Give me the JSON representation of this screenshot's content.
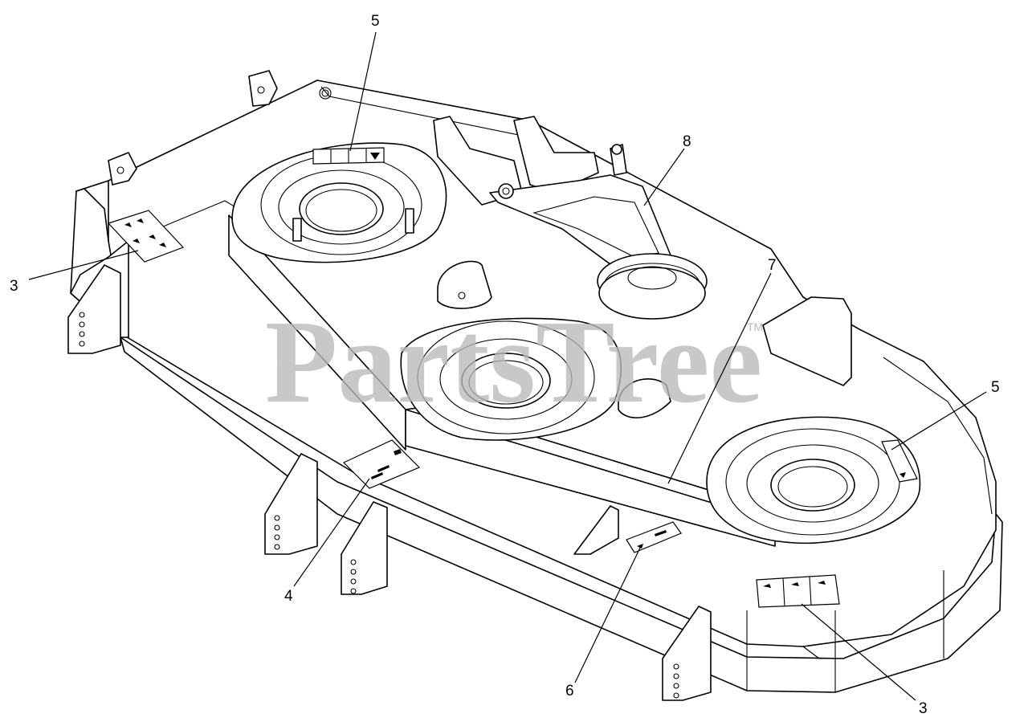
{
  "watermark": {
    "text": "PartsTree",
    "trademark": "TM"
  },
  "callouts": [
    {
      "id": "5-top",
      "label": "5"
    },
    {
      "id": "8",
      "label": "8"
    },
    {
      "id": "3-left",
      "label": "3"
    },
    {
      "id": "7",
      "label": "7"
    },
    {
      "id": "5-right",
      "label": "5"
    },
    {
      "id": "4",
      "label": "4"
    },
    {
      "id": "6",
      "label": "6"
    },
    {
      "id": "3-bottom",
      "label": "3"
    }
  ],
  "icons": {
    "decal": "warning-decal-icon",
    "spindle": "spindle-housing-icon",
    "pulley": "idler-pulley-icon"
  }
}
